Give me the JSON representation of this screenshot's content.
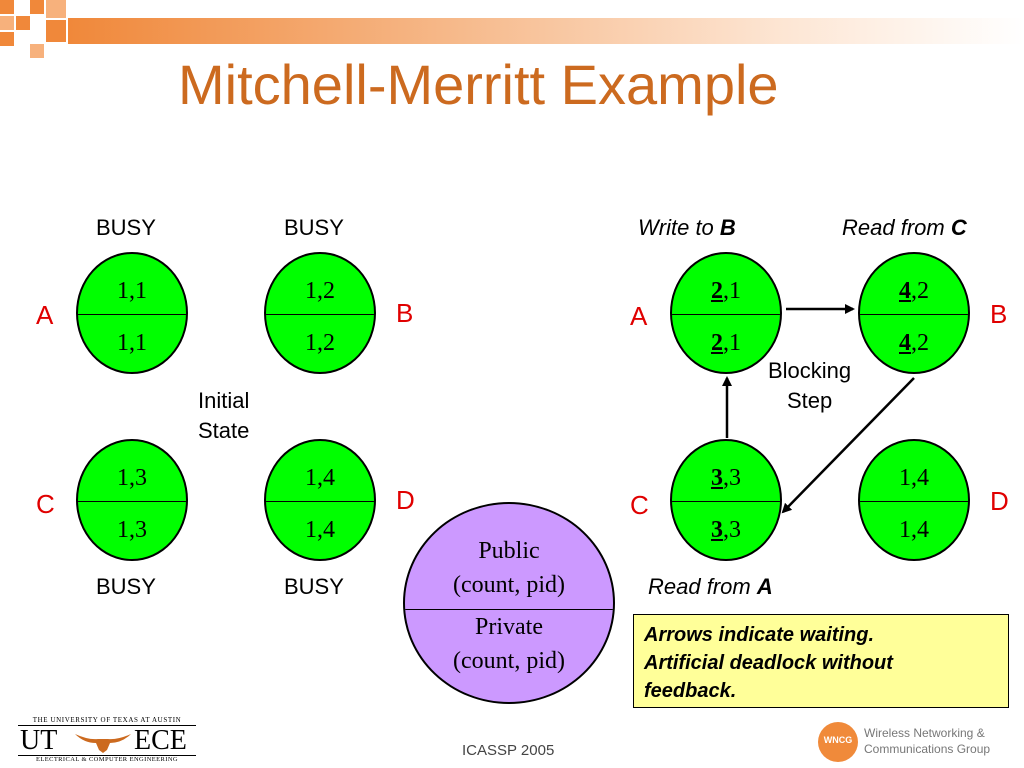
{
  "slide": {
    "title": "Mitchell-Merritt Example",
    "footer": "ICASSP 2005"
  },
  "colors": {
    "title": "#cc6a1f",
    "node_fill": "#00ff00",
    "legend_fill": "#cc99ff",
    "note_fill": "#ffff99",
    "letter": "#e00000"
  },
  "left": {
    "busy_a": "BUSY",
    "busy_b": "BUSY",
    "busy_c": "BUSY",
    "busy_d": "BUSY",
    "caption_line1": "Initial",
    "caption_line2": "State",
    "letters": {
      "a": "A",
      "b": "B",
      "c": "C",
      "d": "D"
    },
    "nodes": {
      "a": {
        "public": "1,1",
        "private": "1,1"
      },
      "b": {
        "public": "1,2",
        "private": "1,2"
      },
      "c": {
        "public": "1,3",
        "private": "1,3"
      },
      "d": {
        "public": "1,4",
        "private": "1,4"
      }
    }
  },
  "legend": {
    "public_line1": "Public",
    "public_line2": "(count, pid)",
    "private_line1": "Private",
    "private_line2": "(count, pid)"
  },
  "right": {
    "write_to_prefix": "Write to ",
    "write_to_target": "B",
    "read_from_c_prefix": "Read from ",
    "read_from_c_target": "C",
    "read_from_a_prefix": "Read from ",
    "read_from_a_target": "A",
    "blocking_line1": "Blocking",
    "blocking_line2": "Step",
    "letters": {
      "a": "A",
      "b": "B",
      "c": "C",
      "d": "D"
    },
    "nodes": {
      "a": {
        "public_bold": "2",
        "public_rest": ",1",
        "private_bold": "2",
        "private_rest": ",1"
      },
      "b": {
        "public_bold": "4",
        "public_rest": ",2",
        "private_bold": "4",
        "private_rest": ",2"
      },
      "c": {
        "public_bold": "3",
        "public_rest": ",3",
        "private_bold": "3",
        "private_rest": ",3"
      },
      "d": {
        "public": "1,4",
        "private": "1,4"
      }
    }
  },
  "note": {
    "line1": "Arrows indicate waiting.",
    "line2": "Artificial deadlock without",
    "line3": "feedback."
  },
  "logos": {
    "ut_top": "THE UNIVERSITY OF TEXAS AT AUSTIN",
    "ut_left": "UT",
    "ut_right": "ECE",
    "ut_bottom": "ELECTRICAL & COMPUTER ENGINEERING",
    "wncg_badge": "WNCG",
    "wncg_line1": "Wireless Networking &",
    "wncg_line2": "Communications Group"
  }
}
